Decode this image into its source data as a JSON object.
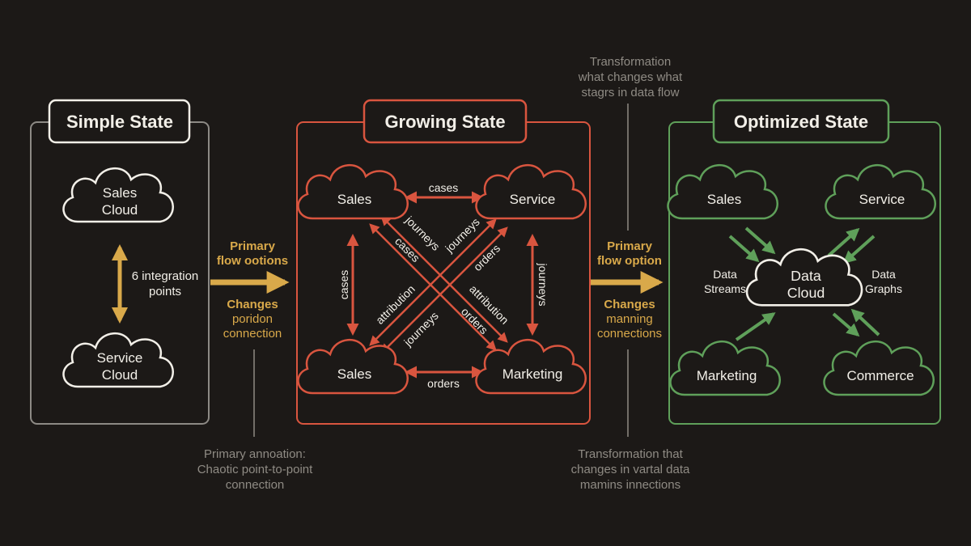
{
  "colors": {
    "background": "#1c1917",
    "simple": "#8d8a85",
    "growing": "#d9553f",
    "optimized": "#5fa05a",
    "flow": "#d9a94a",
    "cloud_white": "#f2efe8",
    "muted_text": "#8f8b84"
  },
  "simple": {
    "title": "Simple State",
    "cloud_top_1": "Sales",
    "cloud_top_2": "Cloud",
    "cloud_bottom_1": "Service",
    "cloud_bottom_2": "Cloud",
    "link_label_1": "6 integration",
    "link_label_2": "points"
  },
  "flow_left": {
    "title_1": "Primary",
    "title_2": "flow ootions",
    "sub_1": "Changes",
    "sub_2": "poridon",
    "sub_3": "connection"
  },
  "growing": {
    "title": "Growing State",
    "node_top_left": "Sales",
    "node_top_right": "Service",
    "node_bottom_left": "Sales",
    "node_bottom_right": "Marketing",
    "edge_top": "cases",
    "edge_bottom": "orders",
    "edge_left": "cases",
    "edge_right": "journeys",
    "diag_a1": "journeys",
    "diag_a2": "cases",
    "diag_a3": "attribution",
    "diag_a4": "orders",
    "diag_b1": "journeys",
    "diag_b2": "orders",
    "diag_b3": "attribution",
    "diag_b4": "journeys"
  },
  "flow_right": {
    "title_1": "Primary",
    "title_2": "flow option",
    "sub_1": "Changes",
    "sub_2": "manning",
    "sub_3": "connections"
  },
  "optimized": {
    "title": "Optimized State",
    "center_1": "Data",
    "center_2": "Cloud",
    "node_sales": "Sales",
    "node_service": "Service",
    "node_marketing": "Marketing",
    "node_commerce": "Commerce",
    "label_left_1": "Data",
    "label_left_2": "Streams",
    "label_right_1": "Data",
    "label_right_2": "Graphs"
  },
  "annotations": {
    "top_right_1": "Transformation",
    "top_right_2": "what changes what",
    "top_right_3": "stagrs in data flow",
    "bottom_left_1": "Primary annoation:",
    "bottom_left_2": "Chaotic point-to-point",
    "bottom_left_3": "connection",
    "bottom_right_1": "Transformation that",
    "bottom_right_2": "changes in vartal data",
    "bottom_right_3": "mamins innections"
  }
}
